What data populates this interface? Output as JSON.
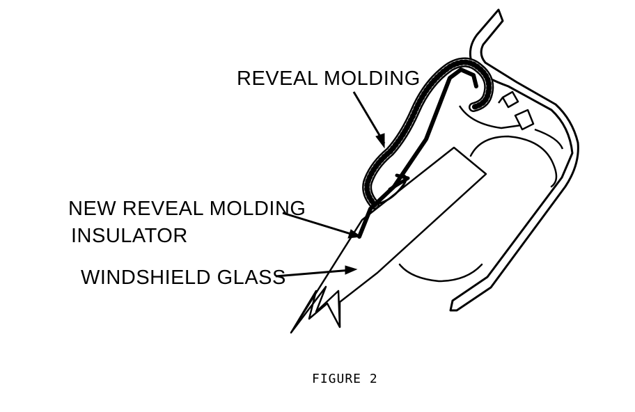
{
  "figure": {
    "caption": "FIGURE 2"
  },
  "labels": {
    "reveal_molding": "REVEAL MOLDING",
    "insulator_line1": "NEW REVEAL MOLDING",
    "insulator_line2": "INSULATOR",
    "windshield_glass": "WINDSHIELD GLASS"
  },
  "colors": {
    "ink": "#000000",
    "paper": "#ffffff"
  }
}
